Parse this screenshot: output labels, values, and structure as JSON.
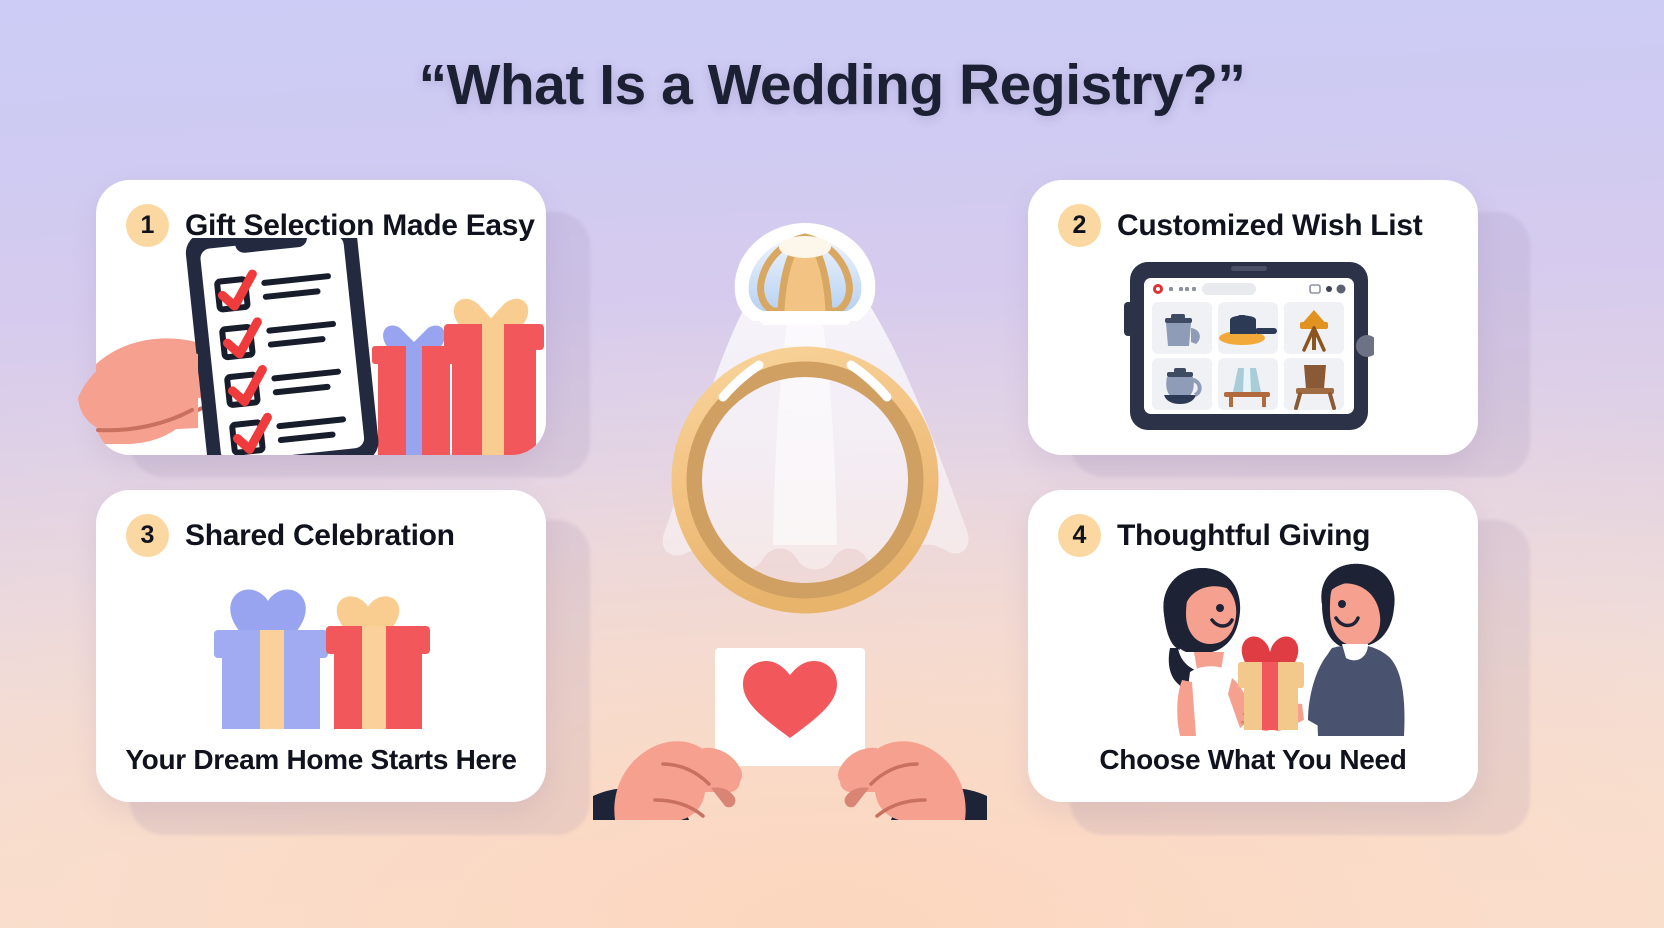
{
  "page": {
    "title": "“What Is a Wedding Registry?”",
    "background_top_color": "#ccccf6",
    "background_bottom_color": "#fbdfcb",
    "badge_color": "#fbd8a1",
    "text_color": "#10131d",
    "card_color": "#ffffff",
    "accent_red": "#f2585b",
    "accent_blue": "#98a4f0",
    "accent_gold": "#f6c98a",
    "accent_navy": "#232a40"
  },
  "cards": [
    {
      "number": "1",
      "title": "Gift Selection Made Easy",
      "caption": "",
      "illustration": "hand-holding-checklist-clipboard-with-gift-boxes"
    },
    {
      "number": "2",
      "title": "Customized Wish List",
      "caption": "",
      "illustration": "tablet-showing-registry-item-grid"
    },
    {
      "number": "3",
      "title": "Shared Celebration",
      "caption": "Your Dream Home Starts Here",
      "illustration": "two-wrapped-gift-boxes-blue-and-red"
    },
    {
      "number": "4",
      "title": "Thoughtful Giving",
      "caption": "Choose What You Need",
      "illustration": "woman-and-man-exchanging-a-gift-box"
    }
  ],
  "center": {
    "top_illustration": "wedding-ring-with-veil",
    "bottom_illustration": "hands-holding-card-with-heart"
  },
  "tablet": {
    "items": [
      "teapot-icon",
      "frying-pan-icon",
      "easel-lamp-icon",
      "kettle-icon",
      "table-lamp-icon",
      "chair-icon"
    ],
    "toolbar_dots": [
      "record-dot",
      "nav-dots",
      "address-bar",
      "window-icon",
      "status-dot",
      "menu-dot"
    ]
  }
}
